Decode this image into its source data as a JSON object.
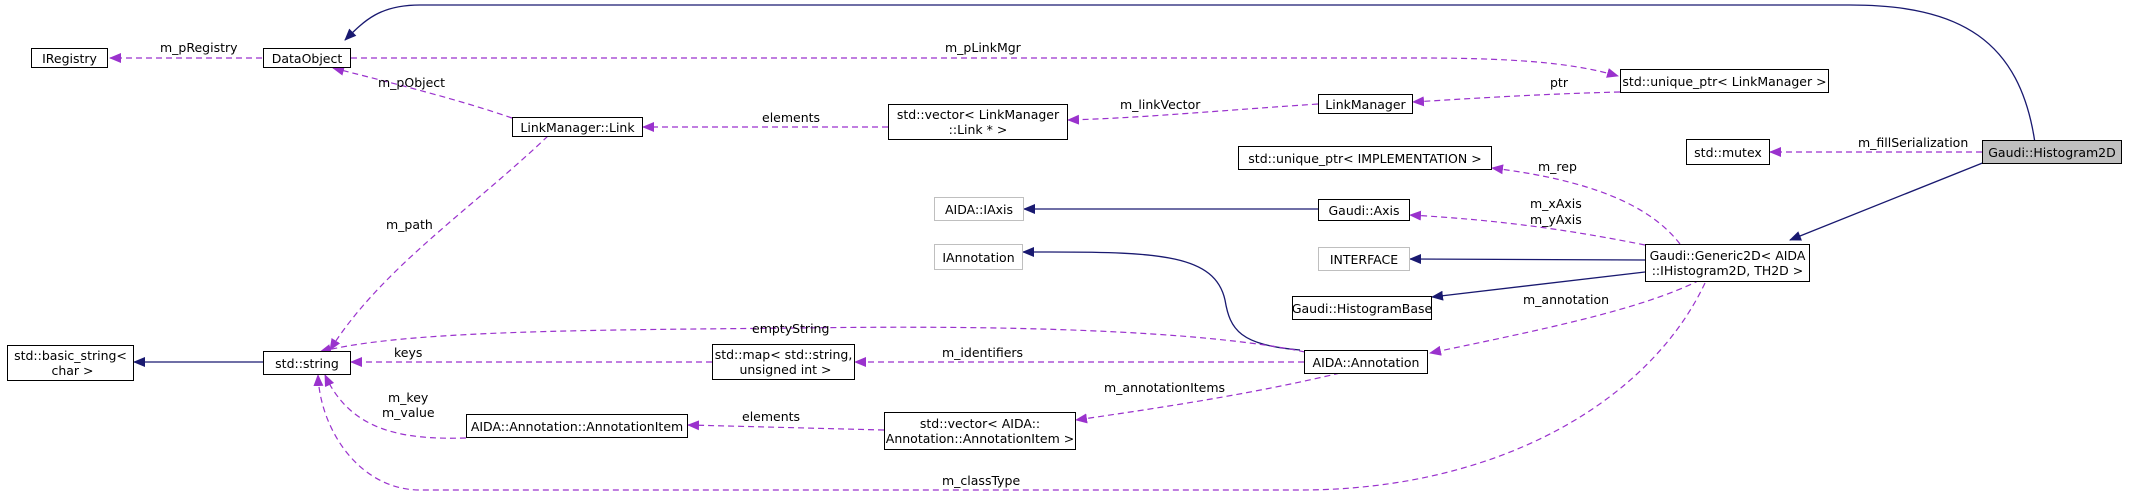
{
  "nodes": {
    "iregistry": "IRegistry",
    "dataobject": "DataObject",
    "link_manager_link": "LinkManager::Link",
    "vector_linkmanager_link": "std::vector< LinkManager\n::Link * >",
    "linkmanager": "LinkManager",
    "unique_ptr_linkmanager": "std::unique_ptr< LinkManager >",
    "std_mutex": "std::mutex",
    "histogram2d": "Gaudi::Histogram2D",
    "unique_ptr_implementation": "std::unique_ptr< IMPLEMENTATION >",
    "aida_iaxis": "AIDA::IAxis",
    "gaudi_axis": "Gaudi::Axis",
    "iannotation": "IAnnotation",
    "interface": "INTERFACE",
    "generic2d": "Gaudi::Generic2D< AIDA\n::IHistogram2D, TH2D >",
    "histogrambase": "Gaudi::HistogramBase",
    "basic_string": "std::basic_string<\n char >",
    "std_string": "std::string",
    "map_string_uint": "std::map< std::string,\n unsigned int >",
    "aida_annotation": "AIDA::Annotation",
    "annotation_item": "AIDA::Annotation::AnnotationItem",
    "vector_annotation_item": "std::vector< AIDA::\nAnnotation::AnnotationItem >"
  },
  "edge_labels": {
    "m_pregistry": "m_pRegistry",
    "m_plinkmgr": "m_pLinkMgr",
    "m_pobject": "m_pObject",
    "elements_link": "elements",
    "m_linkvector": "m_linkVector",
    "ptr": "ptr",
    "m_fillserialization": "m_fillSerialization",
    "m_rep": "m_rep",
    "m_xaxis_yaxis": "m_xAxis\nm_yAxis",
    "m_path": "m_path",
    "emptystring": "emptyString",
    "m_annotation": "m_annotation",
    "keys": "keys",
    "m_identifiers": "m_identifiers",
    "m_annotationitems": "m_annotationItems",
    "m_key_m_value": "m_key\nm_value",
    "elements_item": "elements",
    "m_classtype": "m_classType"
  },
  "colors": {
    "inheritance": "#191970",
    "usage": "#9a32cd",
    "node_border": "#000000",
    "external_border": "#bfbfbf",
    "root_fill": "#bfbfbf"
  }
}
